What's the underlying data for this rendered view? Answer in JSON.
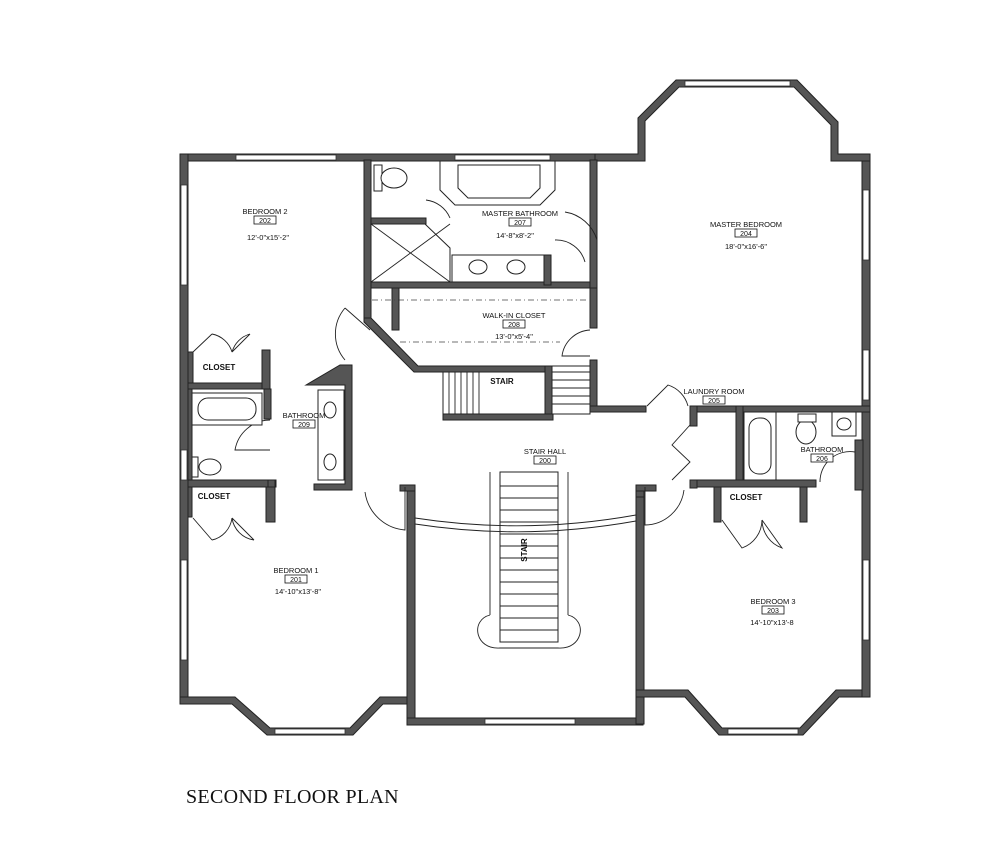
{
  "plan_title": "SECOND FLOOR PLAN",
  "rooms": {
    "bedroom2": {
      "name": "BEDROOM 2",
      "number": "202",
      "size": "12'-0\"x15'-2\""
    },
    "master_bathroom": {
      "name": "MASTER BATHROOM",
      "number": "207",
      "size": "14'-8\"x8'-2\""
    },
    "master_bedroom": {
      "name": "MASTER BEDROOM",
      "number": "204",
      "size": "18'-0\"x16'-6\""
    },
    "walkin_closet": {
      "name": "WALK-IN CLOSET",
      "number": "208",
      "size": "13'-0\"x5'-4\""
    },
    "closet_bed2": {
      "name": "CLOSET"
    },
    "bathroom209": {
      "name": "BATHROOM",
      "number": "209"
    },
    "stair_upper": {
      "name": "STAIR"
    },
    "laundry": {
      "name": "LAUNDRY ROOM",
      "number": "205"
    },
    "bathroom206": {
      "name": "BATHROOM",
      "number": "206"
    },
    "stair_hall": {
      "name": "STAIR HALL",
      "number": "200"
    },
    "closet_bed1": {
      "name": "CLOSET"
    },
    "closet_bed3": {
      "name": "CLOSET"
    },
    "stair_main": {
      "name": "STAIR"
    },
    "bedroom1": {
      "name": "BEDROOM 1",
      "number": "201",
      "size": "14'-10\"x13'-8\""
    },
    "bedroom3": {
      "name": "BEDROOM 3",
      "number": "203",
      "size": "14'-10\"x13'-8"
    }
  }
}
